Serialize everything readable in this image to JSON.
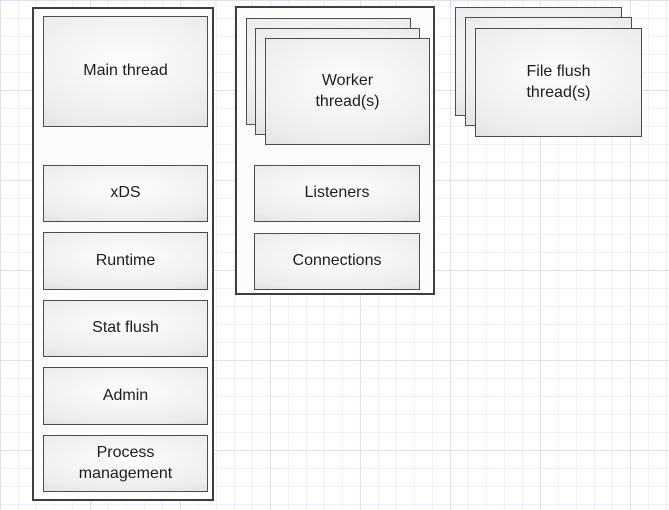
{
  "diagram": {
    "left_group": {
      "main_label": "Main thread",
      "items": [
        {
          "label": "xDS"
        },
        {
          "label": "Runtime"
        },
        {
          "label": "Stat flush"
        },
        {
          "label": "Admin"
        },
        {
          "label": "Process management"
        }
      ]
    },
    "middle_group": {
      "stack_label": "Worker thread(s)",
      "items": [
        {
          "label": "Listeners"
        },
        {
          "label": "Connections"
        }
      ]
    },
    "right_group": {
      "stack_label": "File flush thread(s)"
    },
    "colors": {
      "canvas_background": "#ffffff",
      "grid_line": "#dde2f3",
      "container_fill": "#fcfcfc",
      "container_border": "#3e3e3e",
      "node_border": "#4d4d4d",
      "node_gradient_center": "#fdfdfd",
      "node_gradient_edge": "#bcbcbc",
      "text": "#1c1c1c"
    }
  }
}
